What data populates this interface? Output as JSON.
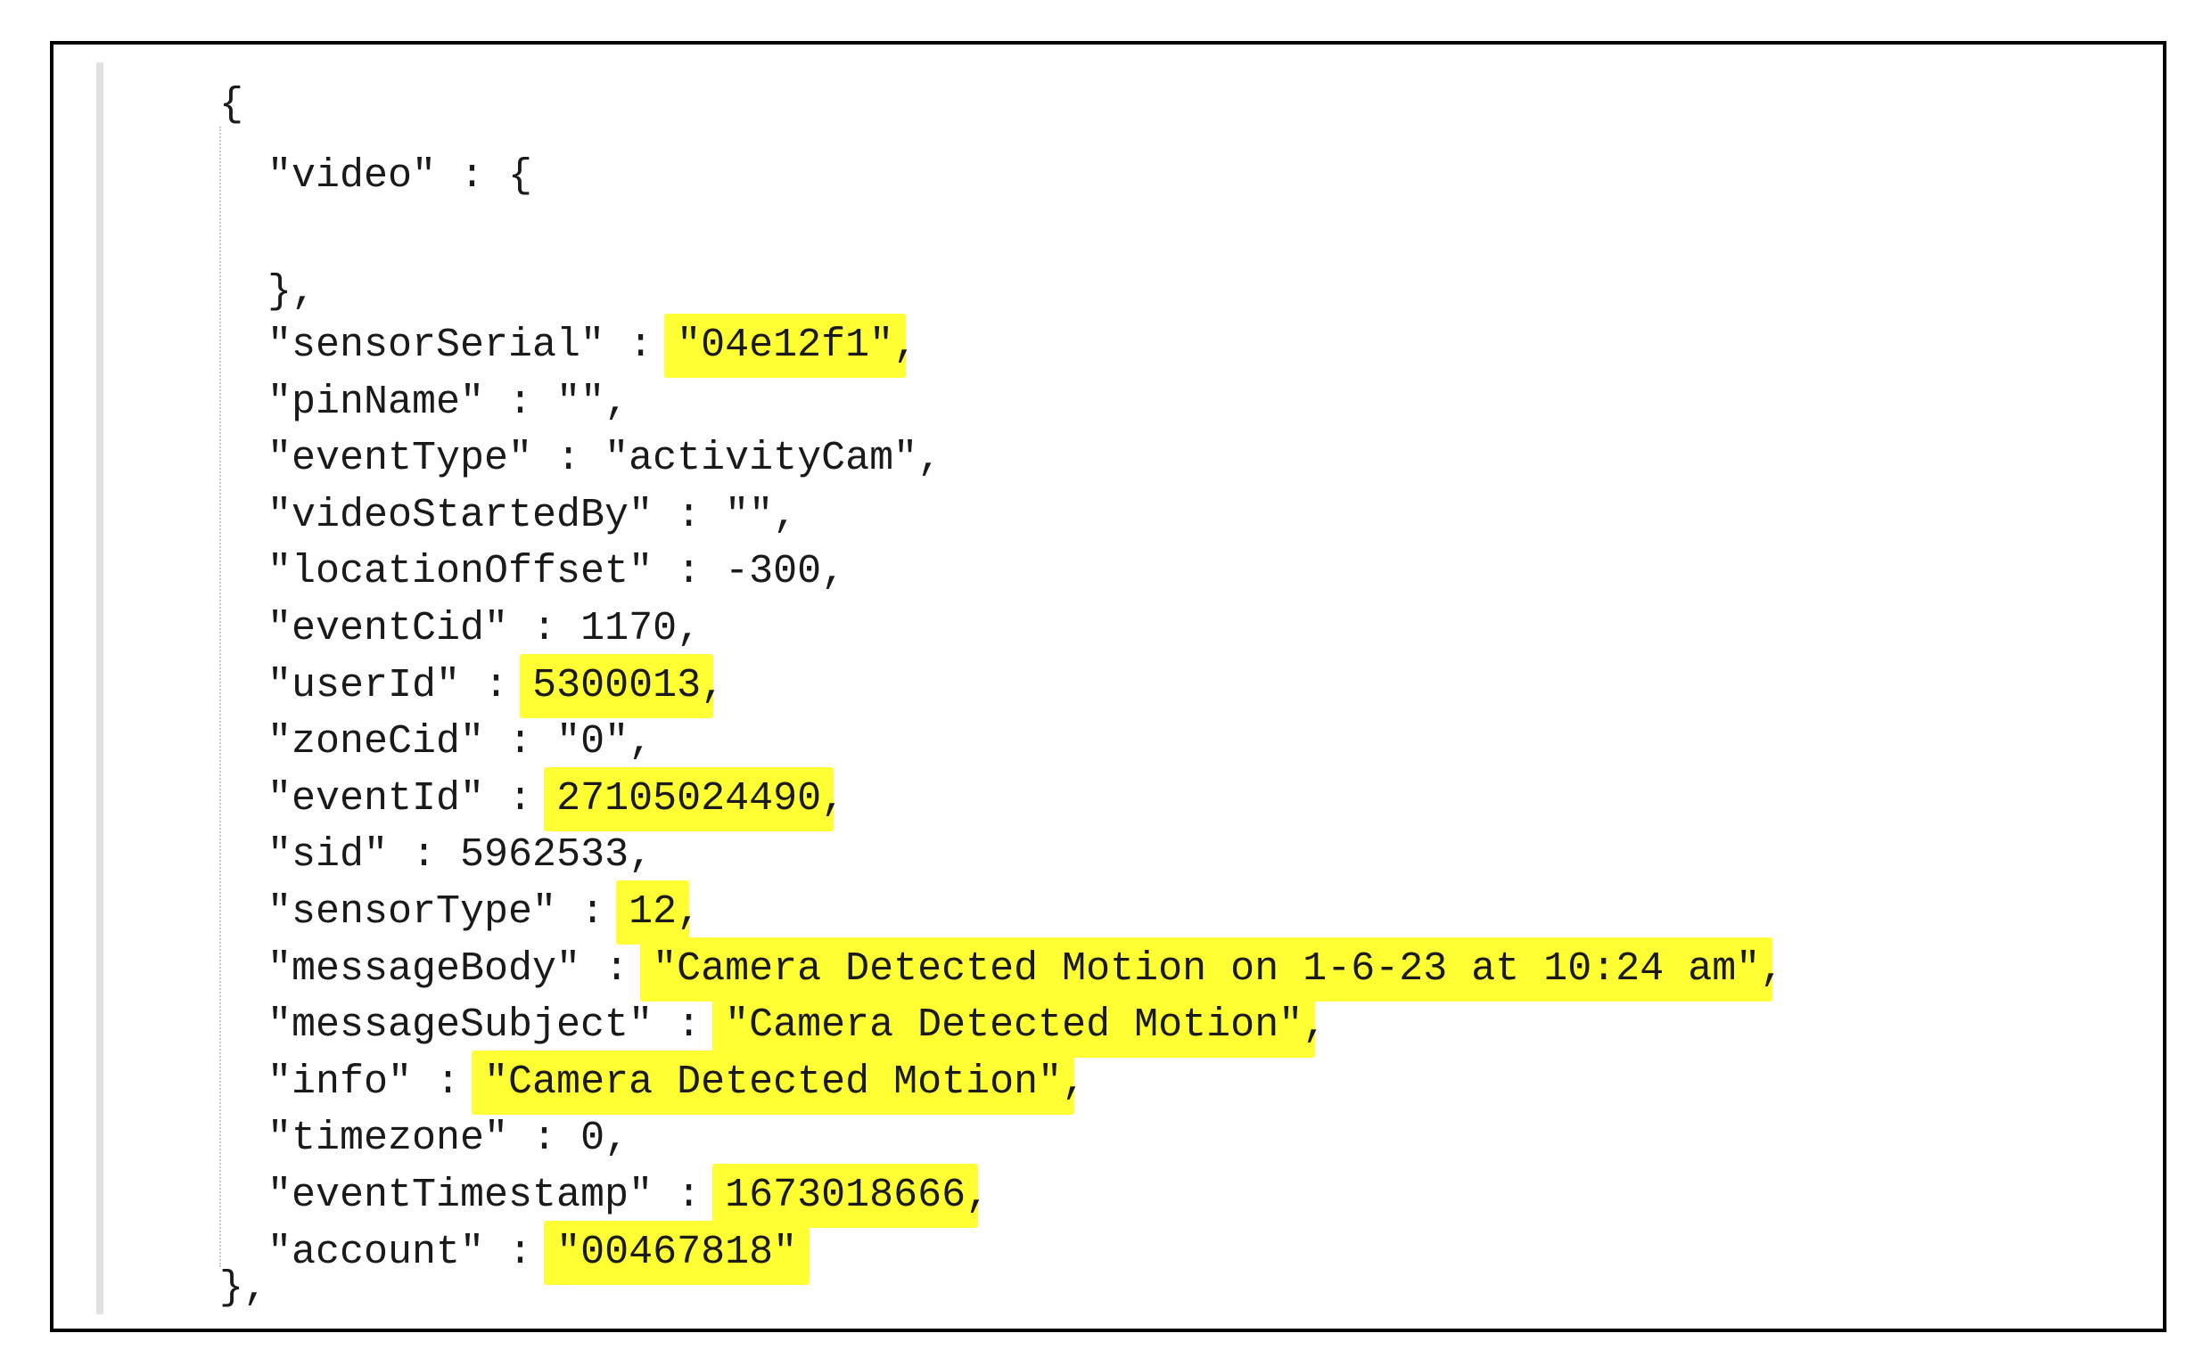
{
  "highlight_color": "#ffff33",
  "code": {
    "open_brace": "{",
    "close_brace": "},",
    "video_key": "\"video\"",
    "video_open": " : {",
    "video_close": "},",
    "lines": [
      {
        "key": "\"sensorSerial\"",
        "sep": " : ",
        "value": "\"04e12f1\"",
        "tail": ",",
        "highlighted": true
      },
      {
        "key": "\"pinName\"",
        "sep": " : ",
        "value": "\"\"",
        "tail": ",",
        "highlighted": false
      },
      {
        "key": "\"eventType\"",
        "sep": " : ",
        "value": "\"activityCam\"",
        "tail": ",",
        "highlighted": false
      },
      {
        "key": "\"videoStartedBy\"",
        "sep": " : ",
        "value": "\"\"",
        "tail": ",",
        "highlighted": false
      },
      {
        "key": "\"locationOffset\"",
        "sep": " : ",
        "value": "-300",
        "tail": ",",
        "highlighted": false
      },
      {
        "key": "\"eventCid\"",
        "sep": " : ",
        "value": "1170",
        "tail": ",",
        "highlighted": false
      },
      {
        "key": "\"userId\"",
        "sep": " : ",
        "value": "5300013",
        "tail": ",",
        "highlighted": true
      },
      {
        "key": "\"zoneCid\"",
        "sep": " : ",
        "value": "\"0\"",
        "tail": ",",
        "highlighted": false
      },
      {
        "key": "\"eventId\"",
        "sep": " : ",
        "value": "27105024490",
        "tail": ",",
        "highlighted": true
      },
      {
        "key": "\"sid\"",
        "sep": " : ",
        "value": "5962533",
        "tail": ",",
        "highlighted": false
      },
      {
        "key": "\"sensorType\"",
        "sep": " : ",
        "value": "12",
        "tail": ",",
        "highlighted": true
      },
      {
        "key": "\"messageBody\"",
        "sep": " : ",
        "value": "\"Camera Detected Motion on 1-6-23 at 10:24 am\"",
        "tail": ",",
        "highlighted": true
      },
      {
        "key": "\"messageSubject\"",
        "sep": " : ",
        "value": "\"Camera Detected Motion\"",
        "tail": ",",
        "highlighted": true
      },
      {
        "key": "\"info\"",
        "sep": " : ",
        "value": "\"Camera Detected Motion\"",
        "tail": ",",
        "highlighted": true
      },
      {
        "key": "\"timezone\"",
        "sep": " : ",
        "value": "0",
        "tail": ",",
        "highlighted": false
      },
      {
        "key": "\"eventTimestamp\"",
        "sep": " : ",
        "value": "1673018666",
        "tail": ",",
        "highlighted": true
      },
      {
        "key": "\"account\"",
        "sep": " : ",
        "value": "\"00467818\"",
        "tail": "",
        "highlighted": true
      }
    ]
  }
}
